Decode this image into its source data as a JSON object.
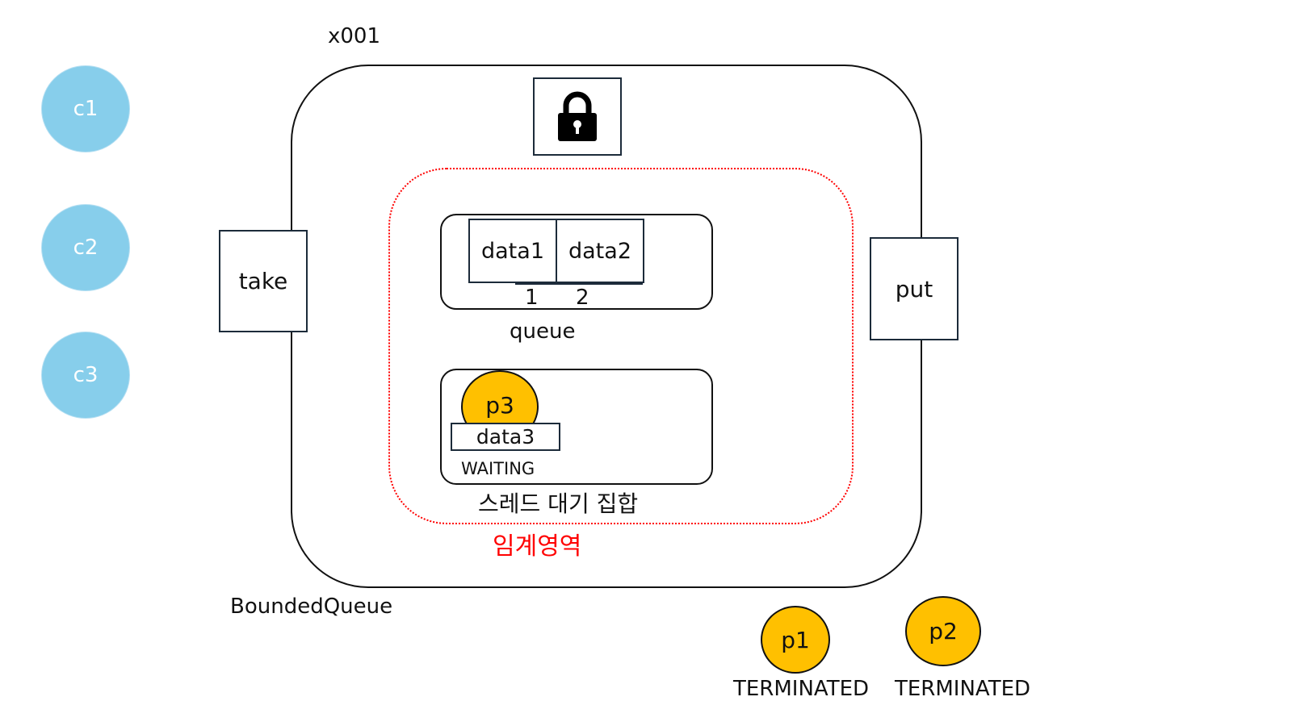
{
  "object_ref": "x001",
  "container_name": "BoundedQueue",
  "lock": {
    "icon": "lock-icon"
  },
  "methods": {
    "take": "take",
    "put": "put"
  },
  "critical_section": {
    "label": "임계영역",
    "color": "#ff0000"
  },
  "queue": {
    "label": "queue",
    "items": [
      {
        "value": "data1",
        "index": "1"
      },
      {
        "value": "data2",
        "index": "2"
      }
    ]
  },
  "wait_set": {
    "label": "스레드 대기 집합",
    "thread": {
      "name": "p3",
      "data": "data3",
      "state": "WAITING"
    }
  },
  "consumers": [
    {
      "name": "c1"
    },
    {
      "name": "c2"
    },
    {
      "name": "c3"
    }
  ],
  "producers": [
    {
      "name": "p1",
      "state": "TERMINATED"
    },
    {
      "name": "p2",
      "state": "TERMINATED"
    }
  ],
  "colors": {
    "consumer": "#87ceeb",
    "producer": "#ffc000",
    "critical": "#ff0000"
  }
}
